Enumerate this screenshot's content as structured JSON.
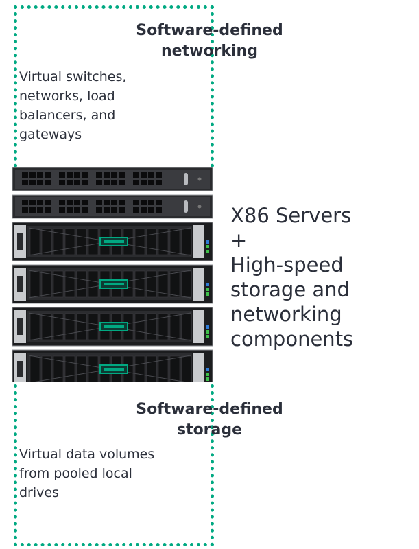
{
  "networking": {
    "title_line1": "Software-defined",
    "title_line2": "networking",
    "body_lines": [
      "Virtual switches,",
      "networks, load",
      "balancers, and",
      "gateways"
    ]
  },
  "storage": {
    "title_line1": "Software-defined",
    "title_line2": "storage",
    "body_lines": [
      "Virtual data volumes",
      "from pooled local",
      "drives"
    ]
  },
  "side_label": {
    "lines": [
      "X86 Servers",
      "+",
      "High-speed",
      "storage and",
      "networking",
      "components"
    ]
  },
  "colors": {
    "accent": "#01a982",
    "text": "#2b2f3a"
  },
  "rack": {
    "switch_count": 2,
    "server_count": 4
  }
}
